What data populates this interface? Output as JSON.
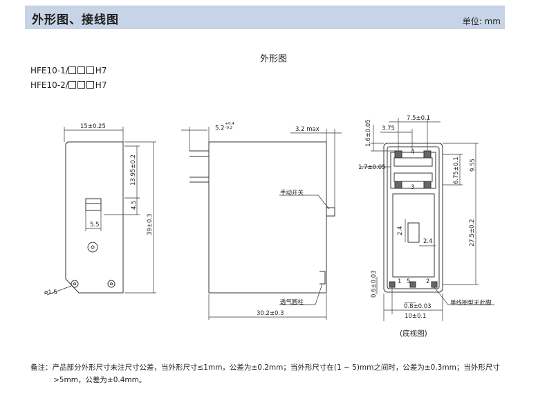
{
  "header": {
    "title": "外形图、接线图",
    "unit": "单位: mm",
    "bg": "#c7d3e6"
  },
  "section_title": "外形图",
  "models": [
    {
      "prefix": "HFE10-1/",
      "suffix": "H7"
    },
    {
      "prefix": "HFE10-2/",
      "suffix": "H7"
    }
  ],
  "front_view": {
    "width": "15±0.25",
    "dim_a": "13.95±0.2",
    "dim_b": "4.5",
    "dim_c": "5.5",
    "height": "39±0.3",
    "hole": "ø1.5"
  },
  "side_view": {
    "dim_top": "5.2",
    "tol_plus": "+0.4",
    "tol_minus": "-0.2",
    "max": "3.2 max",
    "manual_switch": "手动开关",
    "vent_pillar": "透气圆柱",
    "length": "30.2±0.3"
  },
  "bottom_view": {
    "d75": "7.5±0.1",
    "d375": "3.75",
    "d16": "1.6±0.05",
    "d17": "1.7±0.05",
    "d675": "6.75±0.1",
    "d955": "9.55",
    "d24a": "2.4",
    "d24b": "2.4",
    "d275": "27.5±0.2",
    "d06": "0.6±0.03",
    "d08": "0.8±0.03",
    "d10": "10±0.1",
    "pins": [
      "4",
      "3",
      "1",
      "5",
      "2"
    ],
    "single_coil": "单线圈型无此脚",
    "caption": "(底视图)"
  },
  "note": {
    "line1": "备注：产品部分外形尺寸未注尺寸公差，当外形尺寸≤1mm，公差为±0.2mm；当外形尺寸在(1 ~ 5)mm之间时，公差为±0.3mm；当外形尺寸",
    "line2": ">5mm，公差为±0.4mm。"
  }
}
